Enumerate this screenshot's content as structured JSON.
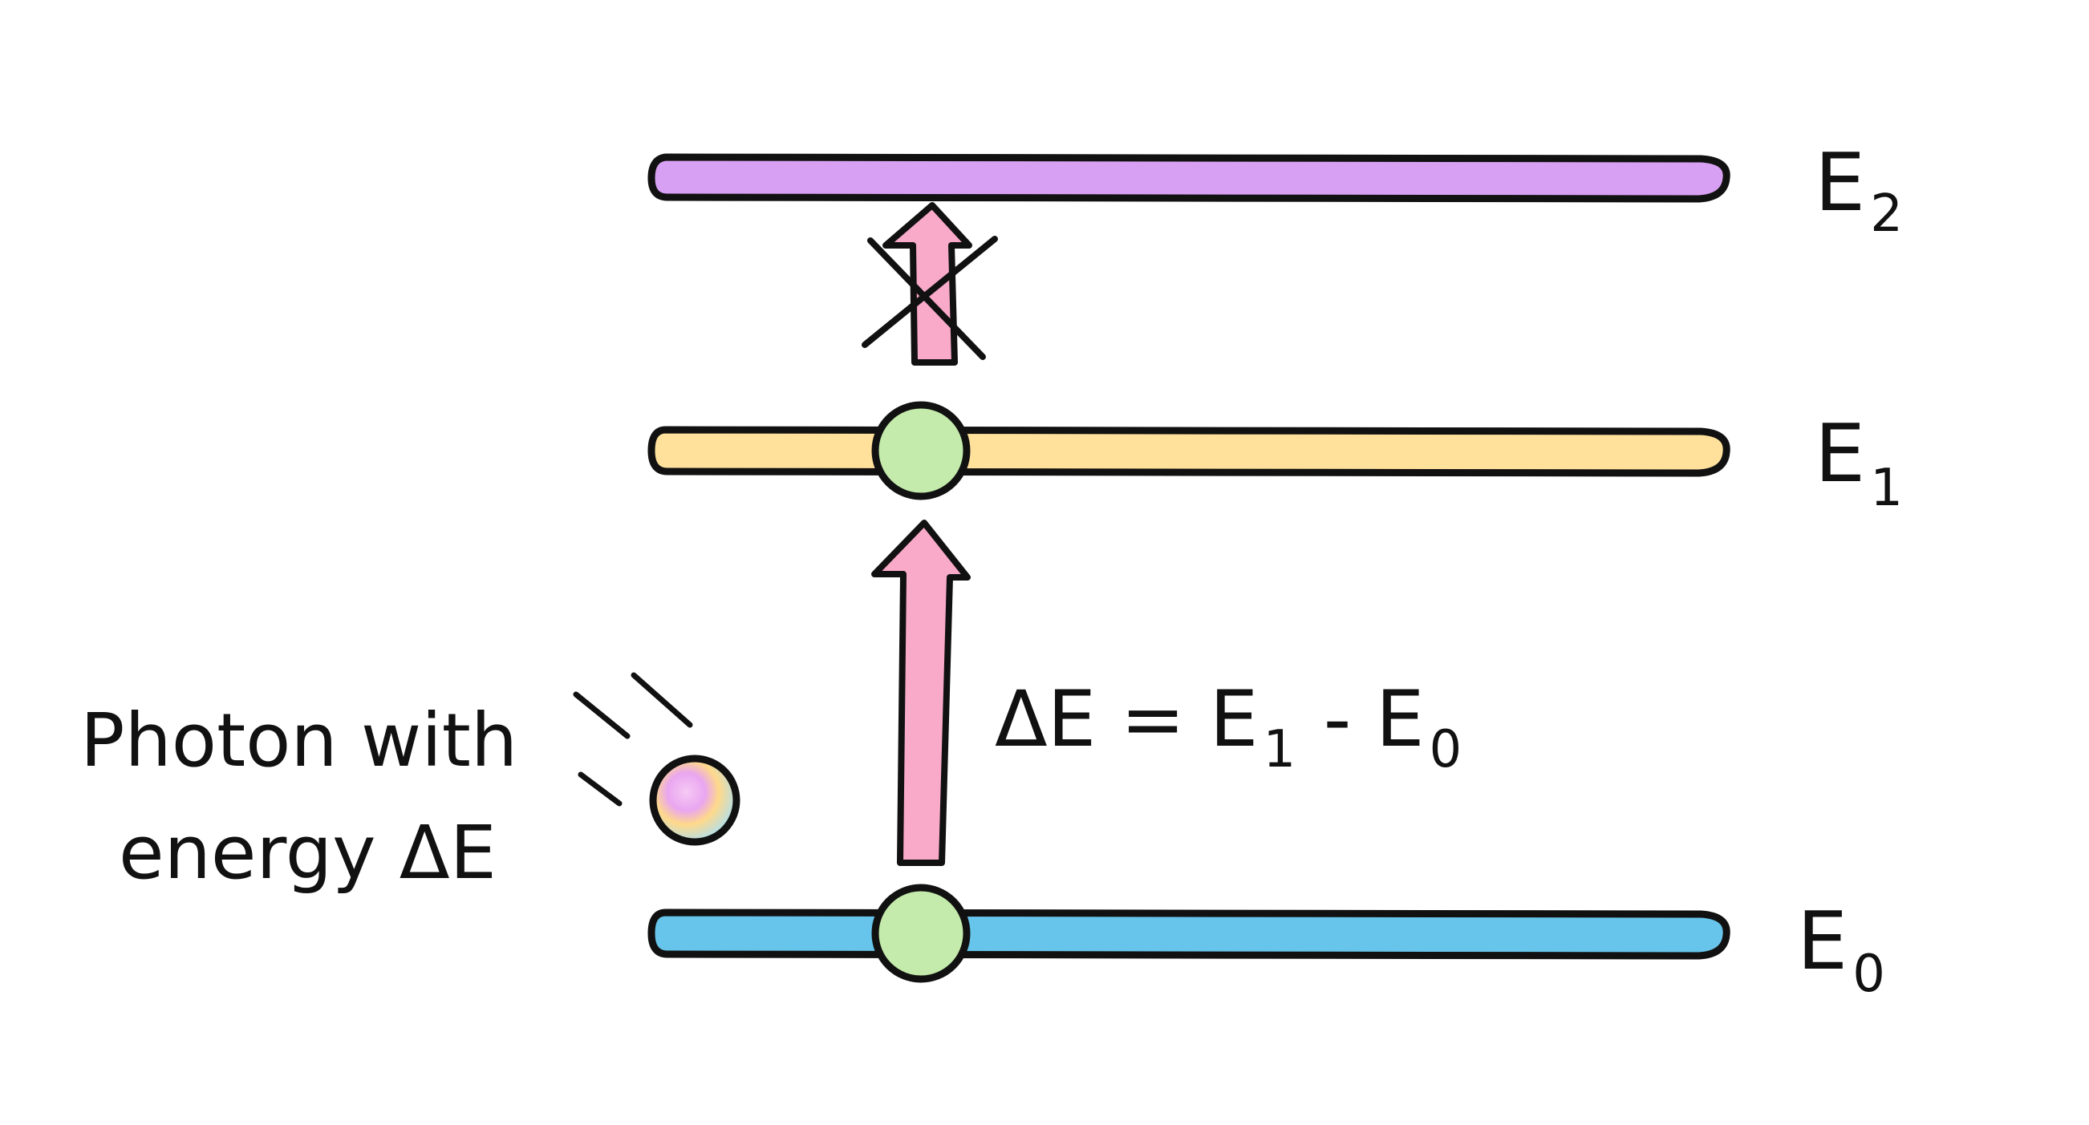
{
  "levels": [
    {
      "id": "E2",
      "symbol": "E",
      "subscript": "2",
      "color": "#d8a0f2"
    },
    {
      "id": "E1",
      "symbol": "E",
      "subscript": "1",
      "color": "#ffe19c"
    },
    {
      "id": "E0",
      "symbol": "E",
      "subscript": "0",
      "color": "#67c4ea"
    }
  ],
  "photon": {
    "line1": "Photon with",
    "line2": "energy ΔE",
    "colors": [
      "#e9a6f0",
      "#ffd37a",
      "#a8e0f8"
    ]
  },
  "equation": {
    "lhs": "ΔE = E",
    "sub1": "1",
    "minus": " - E",
    "sub0": "0"
  },
  "electron_color": "#c4ebac",
  "arrow_color": "#f9aac9",
  "outline_color": "#111111"
}
